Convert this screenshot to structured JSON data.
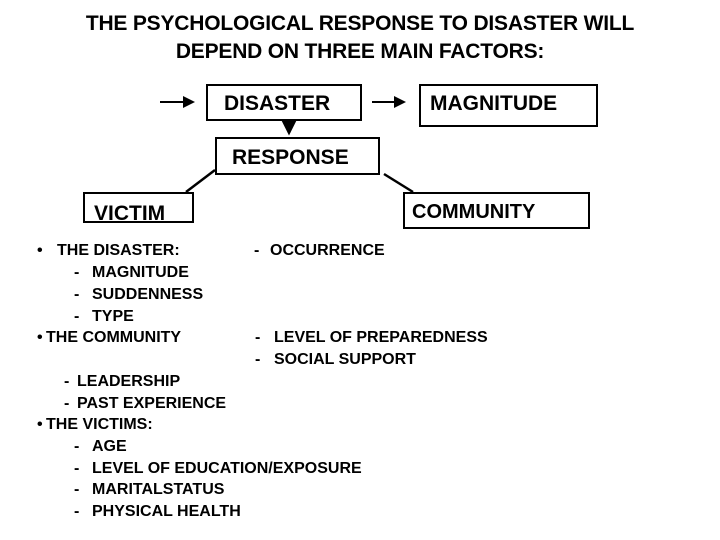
{
  "title": {
    "line1": "THE PSYCHOLOGICAL RESPONSE TO DISASTER WILL",
    "line2": "DEPEND ON THREE MAIN FACTORS:"
  },
  "diagram": {
    "nodes": {
      "disaster": "DISASTER",
      "magnitude": "MAGNITUDE",
      "response": "RESPONSE",
      "victim": "VICTIM",
      "community": "COMMUNITY"
    },
    "edges": [
      {
        "from": "input",
        "to": "disaster",
        "type": "arrow"
      },
      {
        "from": "disaster",
        "to": "magnitude",
        "type": "arrow"
      },
      {
        "from": "disaster",
        "to": "response",
        "type": "arrow"
      },
      {
        "from": "response",
        "to": "victim",
        "type": "line"
      },
      {
        "from": "response",
        "to": "community",
        "type": "line"
      }
    ]
  },
  "factors": {
    "disaster": {
      "bullet": "•",
      "heading": "THE DISASTER:",
      "side_item": "OCCURRENCE",
      "items": [
        "MAGNITUDE",
        "SUDDENNESS",
        "TYPE"
      ]
    },
    "community": {
      "bullet": "•",
      "heading": "THE COMMUNITY",
      "side_items": [
        "LEVEL OF PREPAREDNESS",
        "SOCIAL SUPPORT"
      ],
      "items": [
        "LEADERSHIP",
        "PAST EXPERIENCE"
      ]
    },
    "victims": {
      "bullet": "•",
      "heading": "THE VICTIMS:",
      "items": [
        "AGE",
        "LEVEL OF EDUCATION/EXPOSURE",
        "MARITALSTATUS",
        "PHYSICAL HEALTH"
      ]
    },
    "dash": "-"
  }
}
